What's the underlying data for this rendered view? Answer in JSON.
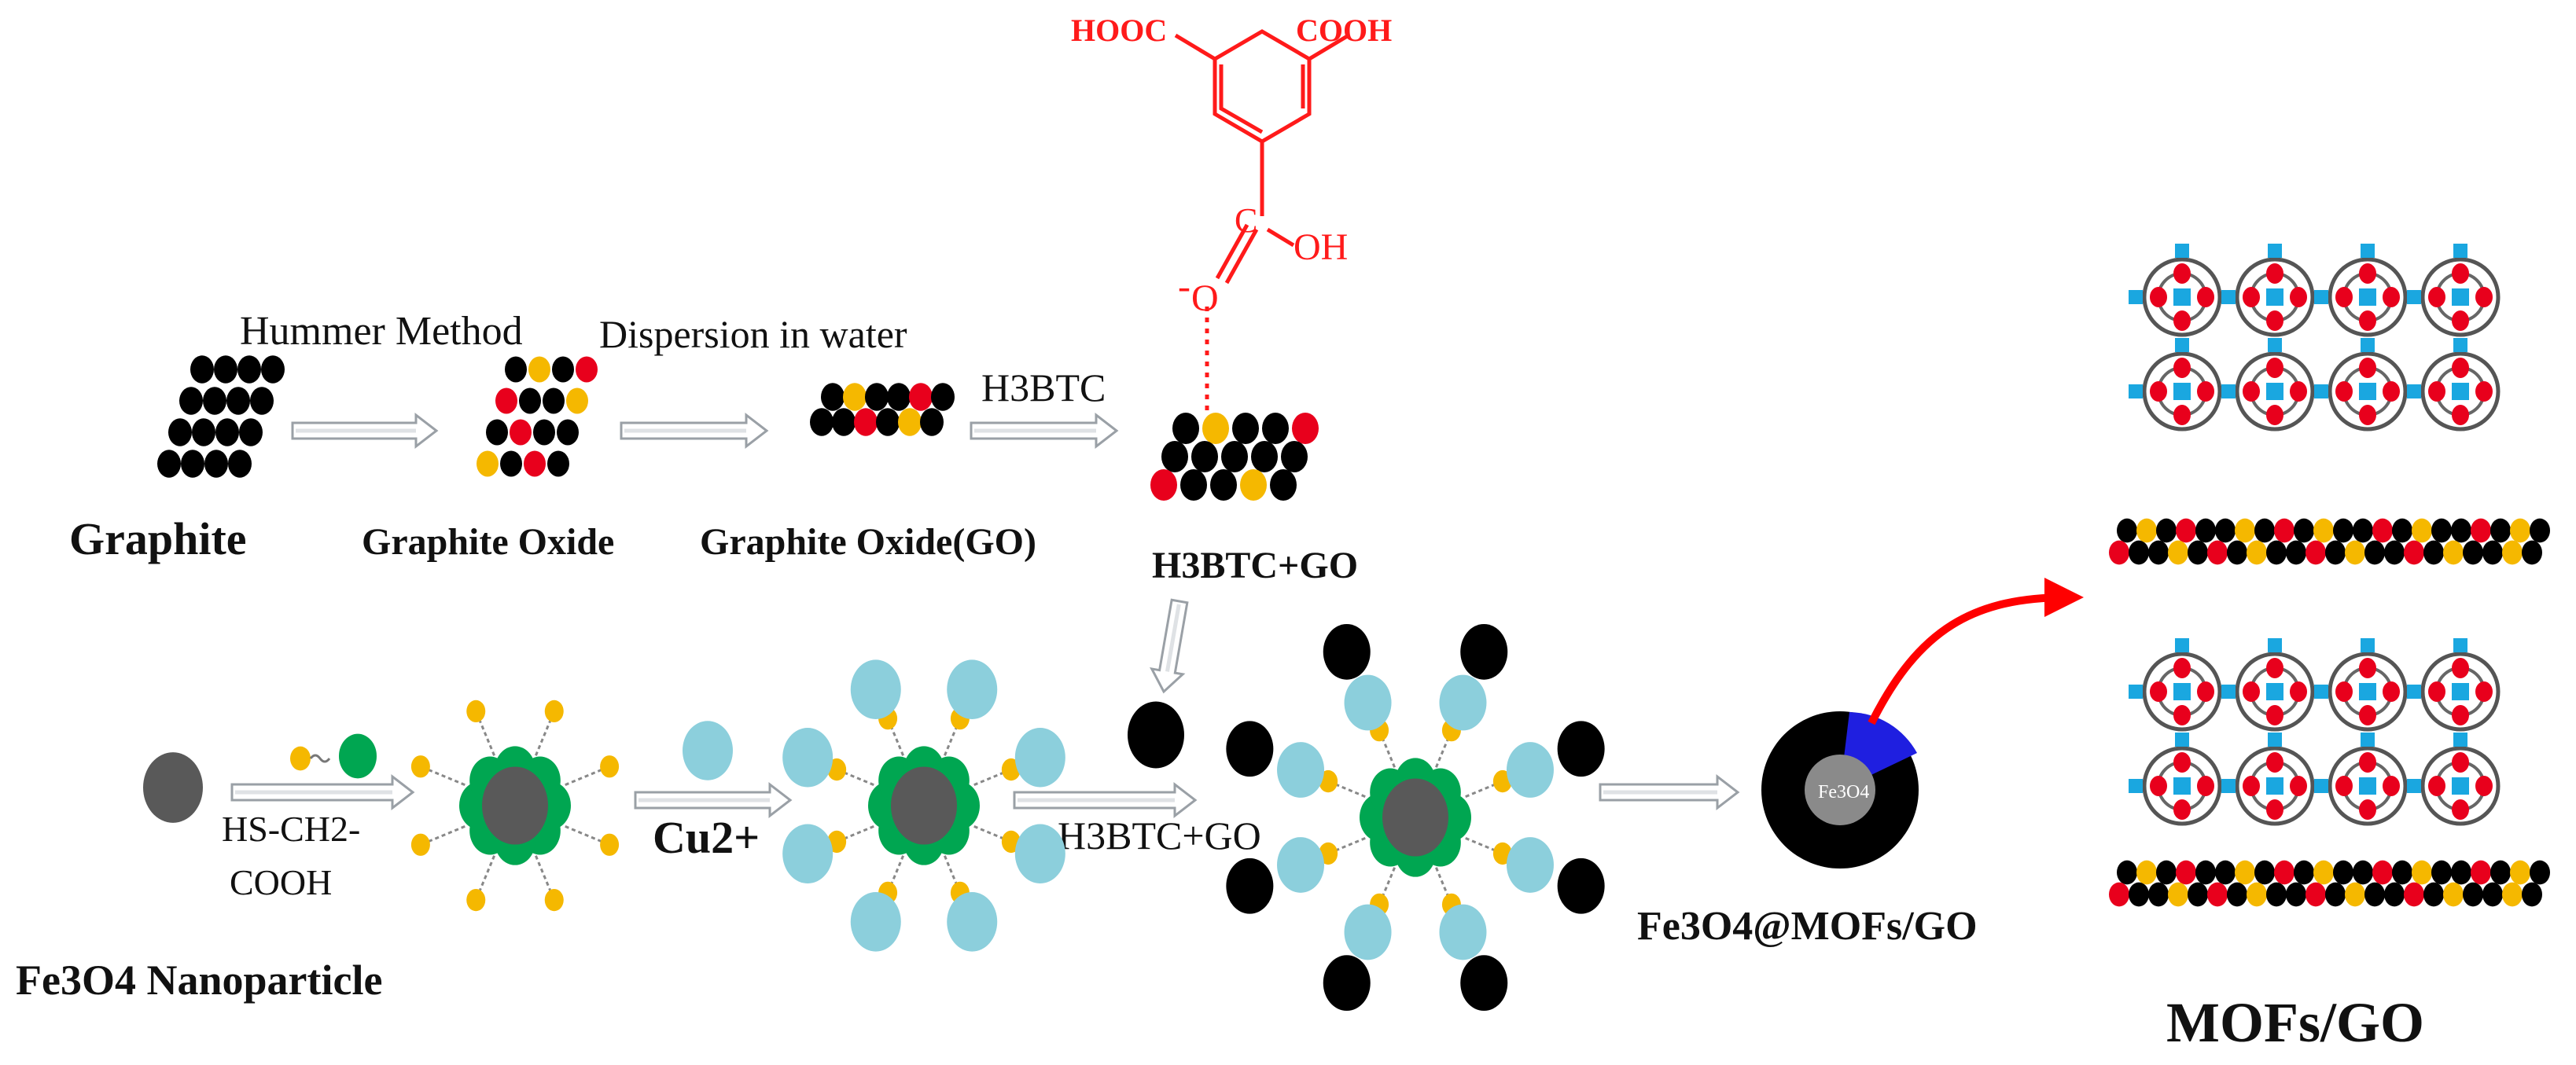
{
  "labels": {
    "hummer_method": "Hummer Method",
    "dispersion": "Dispersion in water",
    "h3btc": "H3BTC",
    "graphite": "Graphite",
    "graphite_oxide": "Graphite Oxide",
    "graphite_oxide_go": "Graphite Oxide(GO)",
    "h3btc_go_top": "H3BTC+GO",
    "hs_ch2": "HS-CH2-",
    "cooh": "COOH",
    "cu": "Cu2+",
    "h3btc_go_mid": "H3BTC+GO",
    "fe3o4_at_mofs": "Fe3O4@MOFs/GO",
    "fe3o4_nano": "Fe3O4 Nanoparticle",
    "core_label": "Fe3O4",
    "mofs_go": "MOFs/GO"
  },
  "molecule": {
    "hooc_left": "HOOC",
    "cooh_right": "COOH",
    "carbon": "C",
    "oh": "OH",
    "oxygen": "O",
    "charge": "-"
  },
  "colors": {
    "molecule": "#ff1a1a",
    "graphene": "#000000",
    "oxide_yellow": "#f5b800",
    "oxide_red": "#e8001c",
    "thiol_green": "#00a651",
    "copper_blue": "#8ccfdc",
    "core_gray": "#595959",
    "arrow_red": "#ff0000",
    "mof_blue": "#1aa7e0"
  }
}
